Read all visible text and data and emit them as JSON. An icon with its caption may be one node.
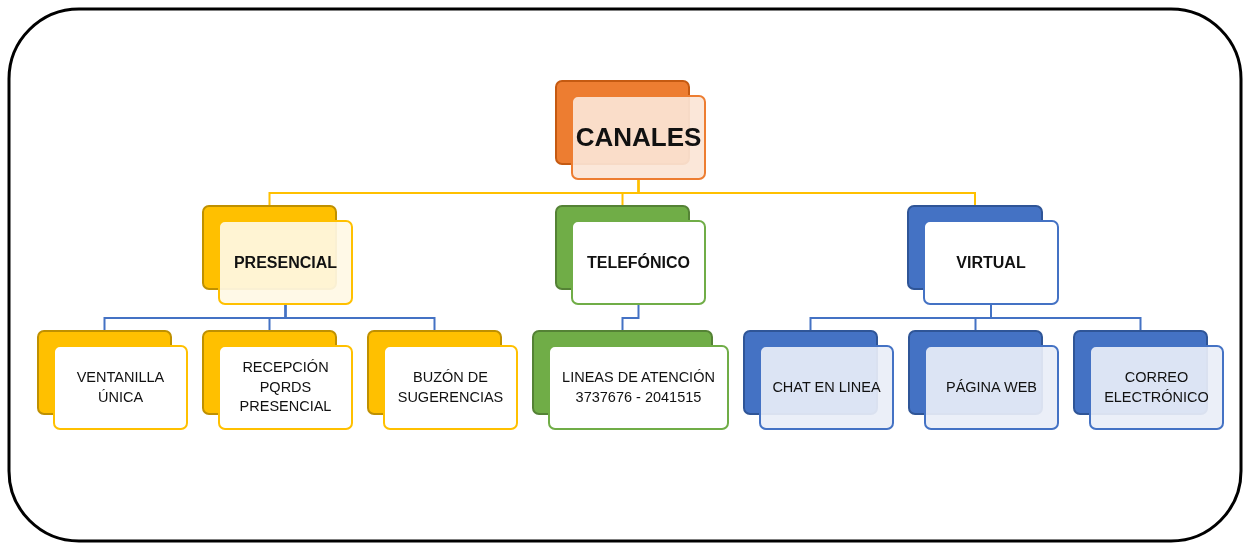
{
  "diagram": {
    "nodes": [
      {
        "text": [
          "CANALES"
        ]
      },
      {
        "text": [
          "PRESENCIAL"
        ]
      },
      {
        "text": [
          "TELEFÓNICO"
        ]
      },
      {
        "text": [
          "VIRTUAL"
        ]
      },
      {
        "text": [
          "VENTANILLA ÚNICA"
        ]
      },
      {
        "text": [
          "RECEPCIÓN PQRDS PRESENCIAL"
        ]
      },
      {
        "text": [
          "BUZÓN DE SUGERENCIAS"
        ]
      },
      {
        "text": [
          "LINEAS DE ATENCIÓN 3737676 - 2041515"
        ]
      },
      {
        "text": [
          "CHAT EN LINEA"
        ]
      },
      {
        "text": [
          "PÁGINA WEB"
        ]
      },
      {
        "text": [
          "CORREO ELECTRÓNICO"
        ]
      }
    ],
    "edges": [
      {
        "from": 0,
        "to": 1,
        "arrow": "none",
        "color": "#ffc000"
      },
      {
        "from": 0,
        "to": 2,
        "arrow": "none",
        "color": "#ffc000"
      },
      {
        "from": 0,
        "to": 3,
        "arrow": "none",
        "color": "#ffc000"
      },
      {
        "from": 1,
        "to": 4,
        "arrow": "none"
      },
      {
        "from": 1,
        "to": 5,
        "arrow": "none"
      },
      {
        "from": 1,
        "to": 6,
        "arrow": "none"
      },
      {
        "from": 2,
        "to": 7,
        "arrow": "none"
      },
      {
        "from": 3,
        "to": 8,
        "arrow": "none"
      },
      {
        "from": 3,
        "to": 9,
        "arrow": "none"
      },
      {
        "from": 3,
        "to": 10,
        "arrow": "none"
      }
    ]
  }
}
